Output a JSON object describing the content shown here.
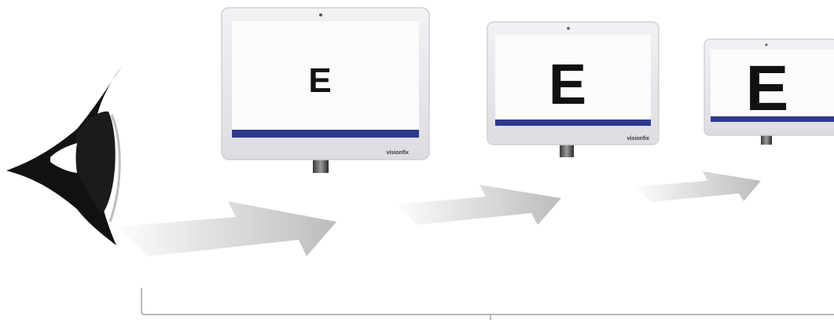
{
  "illustration": {
    "optotype": "E",
    "monitor_brand": "visionfix",
    "monitors": [
      {
        "id": "near",
        "optotype": "E"
      },
      {
        "id": "middle",
        "optotype": "E"
      },
      {
        "id": "far",
        "optotype": "E"
      }
    ],
    "colors": {
      "eye": "#111111",
      "bezel": "#e8e8ec",
      "screen": "#fbfbfb",
      "status_bar": "#2e3a8c",
      "arrow": "#c8c8c8",
      "bracket": "#b8b8b8"
    }
  }
}
